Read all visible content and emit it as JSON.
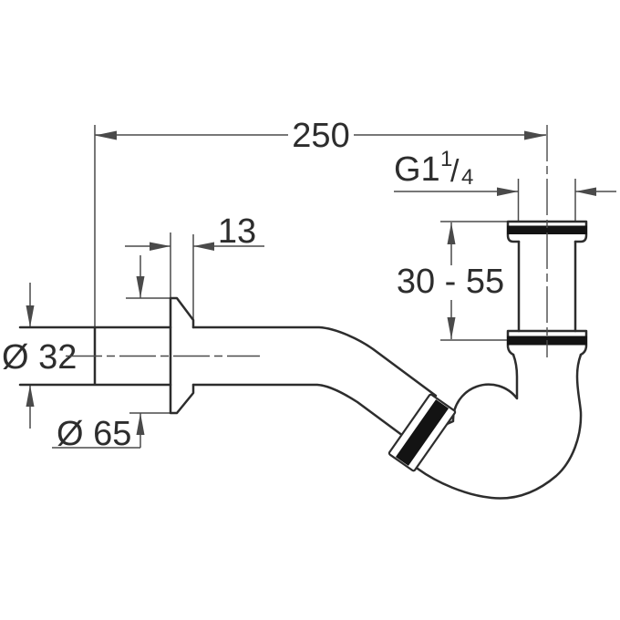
{
  "drawing": {
    "dimensions": {
      "overall_width": "250",
      "projection_depth": "13",
      "height_range": "30 - 55",
      "pipe_diameter": "Ø 32",
      "flange_diameter": "Ø 65",
      "thread": {
        "prefix": "G1",
        "sup": "1",
        "slash": "/",
        "sub": "4"
      }
    },
    "colors": {
      "line": "#2d2d2d",
      "dim": "#4a4a4a",
      "band": "#131313",
      "text": "#2d2d2d",
      "background": "#ffffff"
    }
  }
}
